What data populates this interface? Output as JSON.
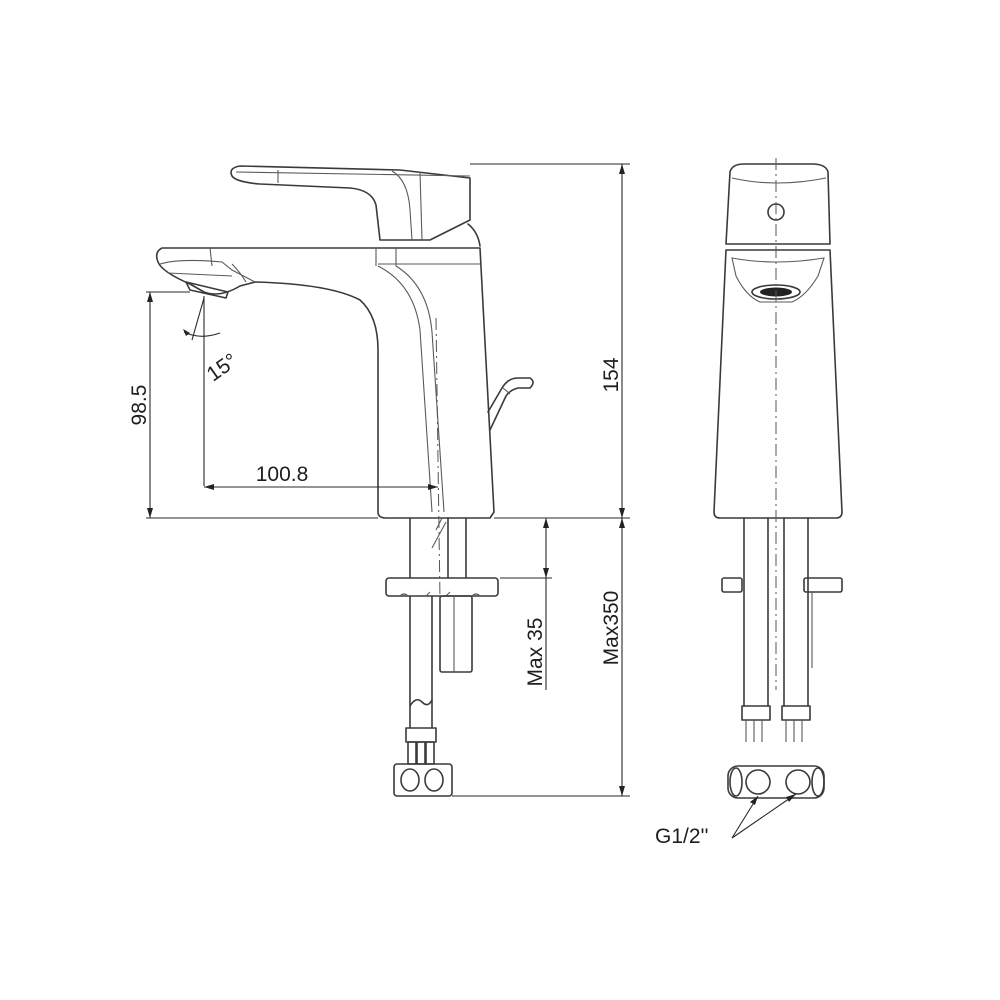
{
  "drawing": {
    "title": "Basin mixer faucet dimension drawing",
    "line_color": "#3a3a3a",
    "background": "#ffffff",
    "views": [
      "side-view",
      "front-view"
    ]
  },
  "dimensions": {
    "spout_height": "98.5",
    "spout_reach": "100.8",
    "spray_angle": "15°",
    "total_height": "154",
    "max_deck_thickness": "Max 35",
    "max_hose_length": "Max350",
    "thread_size": "G1/2''"
  }
}
